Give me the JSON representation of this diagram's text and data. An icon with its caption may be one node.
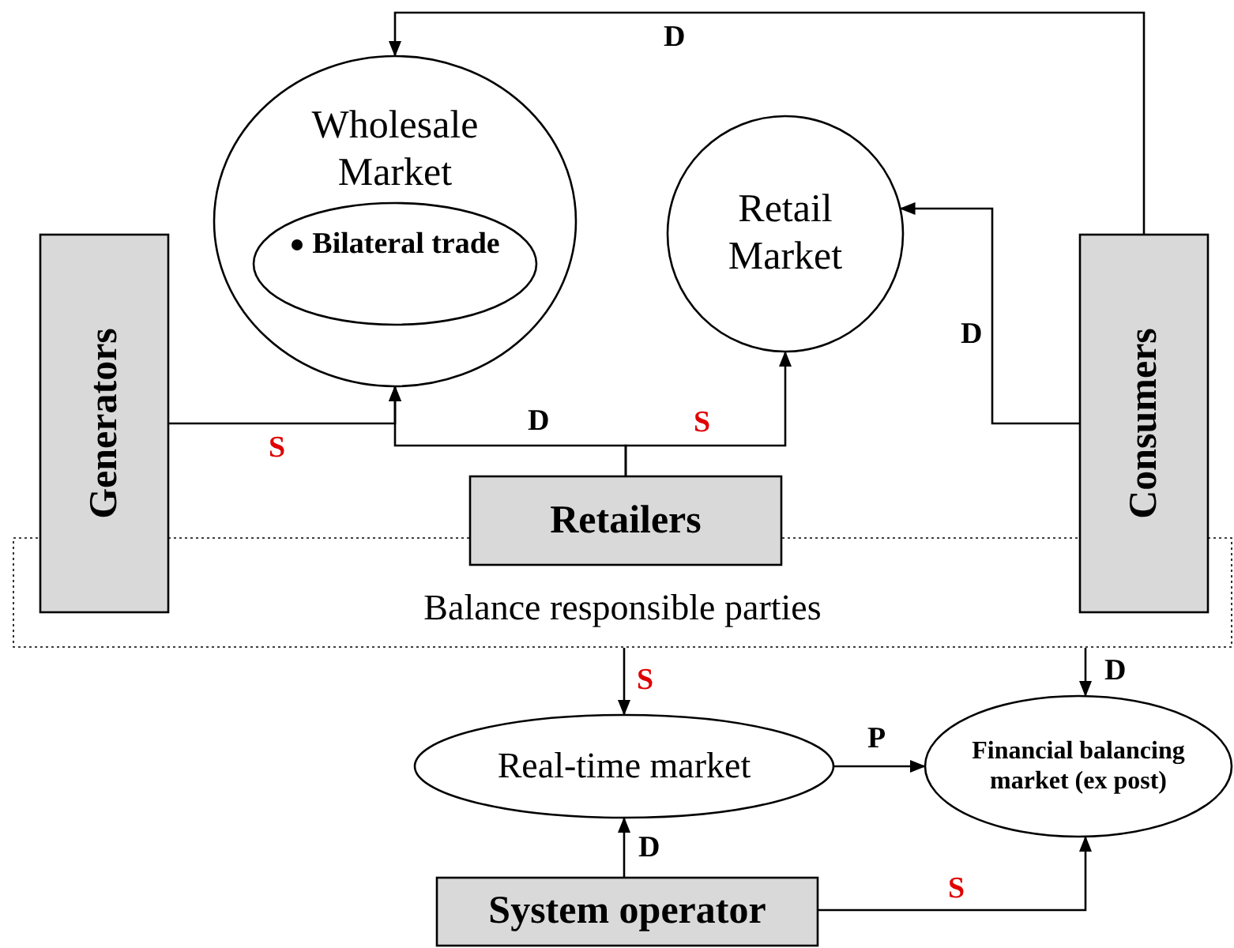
{
  "diagram": {
    "nodes": [
      {
        "text": [
          "Wholesale Market"
        ]
      },
      {
        "text": [
          "Bilateral trade"
        ],
        "in": 0
      },
      {
        "text": [
          "Retail Market"
        ]
      },
      {
        "text": [
          "Generators"
        ]
      },
      {
        "text": [
          "Consumers"
        ]
      },
      {
        "text": [
          "Retailers"
        ]
      },
      {
        "text": [
          "Balance responsible parties"
        ]
      },
      {
        "text": [
          "Real-time market"
        ]
      },
      {
        "text": [
          "Financial balancing market (ex post)"
        ]
      },
      {
        "text": [
          "System operator"
        ]
      }
    ],
    "edges": [
      {
        "from": 4,
        "to": 0,
        "arrow": "to",
        "label": "D"
      },
      {
        "from": 4,
        "to": 2,
        "arrow": "to",
        "label": "D"
      },
      {
        "from": 3,
        "to": 0,
        "arrow": "to",
        "label": "S"
      },
      {
        "from": 5,
        "to": 0,
        "arrow": "to",
        "label": "D"
      },
      {
        "from": 5,
        "to": 2,
        "arrow": "to",
        "label": "S"
      },
      {
        "from": 6,
        "to": 7,
        "arrow": "to",
        "label": "S"
      },
      {
        "from": 6,
        "to": 8,
        "arrow": "to",
        "label": "D"
      },
      {
        "from": 7,
        "to": 8,
        "arrow": "to",
        "label": "P"
      },
      {
        "from": 9,
        "to": 7,
        "arrow": "to",
        "label": "D"
      },
      {
        "from": 9,
        "to": 8,
        "arrow": "to",
        "label": "S"
      }
    ]
  }
}
